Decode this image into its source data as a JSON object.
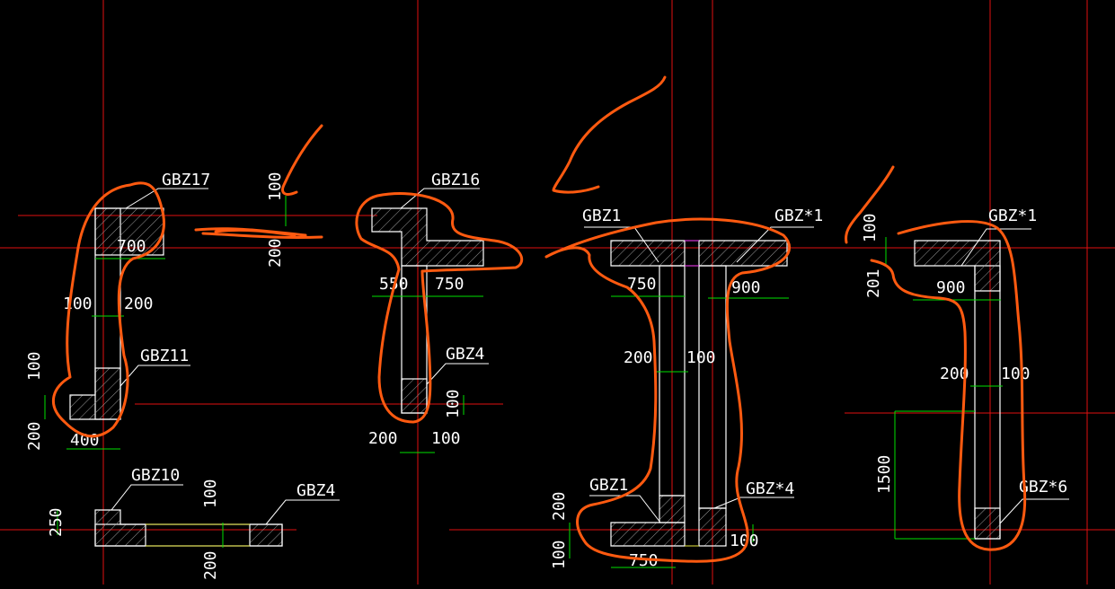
{
  "colors": {
    "background": "#000000",
    "grid": "#e01010",
    "outline": "#ffffff",
    "dimension": "#00e000",
    "markup": "#ff5a10",
    "aux": "#e8e840"
  },
  "labels": {
    "gbz17": "GBZ17",
    "gbz11": "GBZ11",
    "gbz10": "GBZ10",
    "gbz4_bottom": "GBZ4",
    "gbz16": "GBZ16",
    "gbz4_mid": "GBZ4",
    "gbz1_top": "GBZ1",
    "gbz_star1_mid": "GBZ*1",
    "gbz1_bottom": "GBZ1",
    "gbz_star4": "GBZ*4",
    "gbz_star1_right": "GBZ*1",
    "gbz_star6": "GBZ*6"
  },
  "dimensions": {
    "d700": "700",
    "d100_a": "100",
    "d200_a": "200",
    "d100_b": "100",
    "d200_b": "200",
    "d400": "400",
    "d250": "250",
    "d100_c": "100",
    "d200_c": "200",
    "d100_top": "100",
    "d200_top": "200",
    "d550": "550",
    "d750_a": "750",
    "d200_d": "200",
    "d100_d": "100",
    "d100_e": "100",
    "d750_b": "750",
    "d900_a": "900",
    "d200_e": "200",
    "d100_f": "100",
    "d200_f": "200",
    "d100_g": "100",
    "d100_h": "100",
    "d750_c": "750",
    "d100_i": "100",
    "d201": "201",
    "d900_b": "900",
    "d200_g": "200",
    "d100_j": "100",
    "d1500": "1500"
  }
}
